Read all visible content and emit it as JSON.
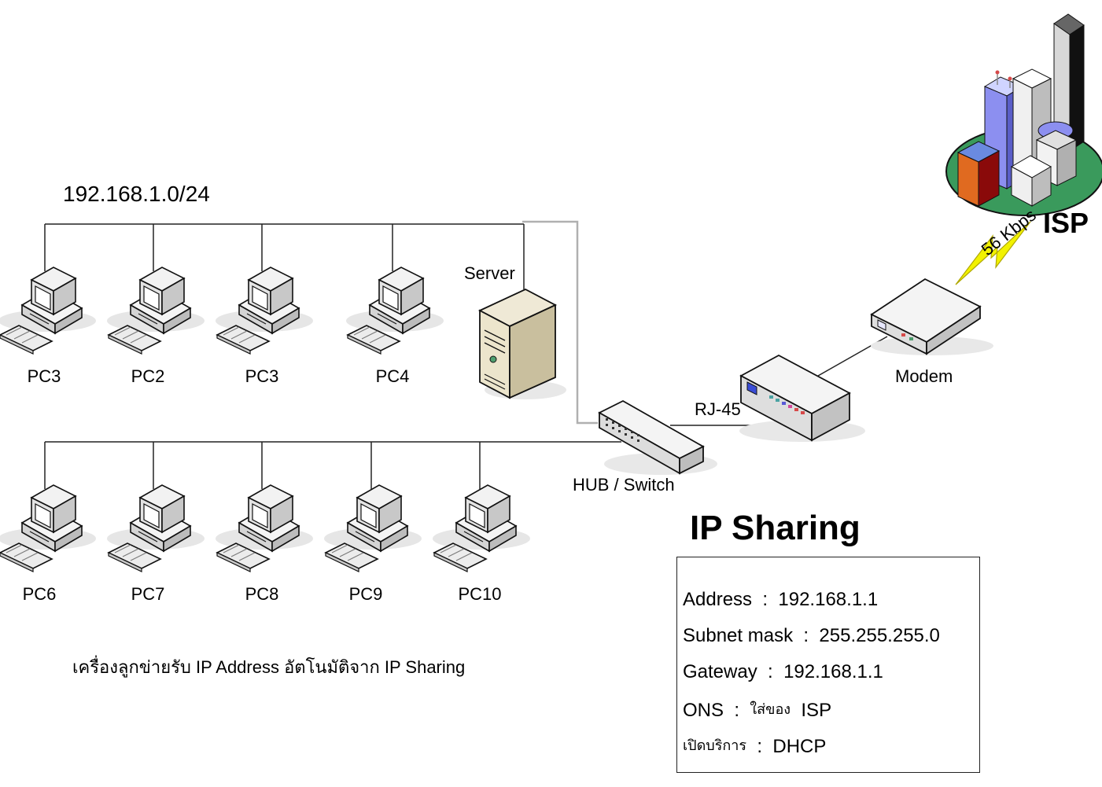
{
  "subnet": "192.168.1.0/24",
  "top_row_pcs": [
    {
      "label": "PC3"
    },
    {
      "label": "PC2"
    },
    {
      "label": "PC3"
    },
    {
      "label": "PC4"
    }
  ],
  "bottom_row_pcs": [
    {
      "label": "PC6"
    },
    {
      "label": "PC7"
    },
    {
      "label": "PC8"
    },
    {
      "label": "PC9"
    },
    {
      "label": "PC10"
    }
  ],
  "server_label": "Server",
  "hub_label": "HUB / Switch",
  "cable_label": "RJ-45",
  "modem_label": "Modem",
  "isp_label": "ISP",
  "link_speed": "56 Kbps",
  "ip_sharing": {
    "title": "IP  Sharing",
    "address_label": "Address",
    "address_value": "192.168.1.1",
    "subnet_label": "Subnet mask",
    "subnet_value": "255.255.255.0",
    "gateway_label": "Gateway",
    "gateway_value": "192.168.1.1",
    "dns_label": "ONS",
    "dns_note": "ใส่ของ",
    "dns_value": "ISP",
    "service_label": "เปิดบริการ",
    "service_value": "DHCP"
  },
  "client_note": "เครื่องลูกข่ายรับ  IP Address อัตโนมัติจาก IP Sharing",
  "colors": {
    "line": "#222222",
    "server_cable": "#b0b0b0",
    "lightning": "#f2f200",
    "isp_ground": "#3a9a5c"
  }
}
